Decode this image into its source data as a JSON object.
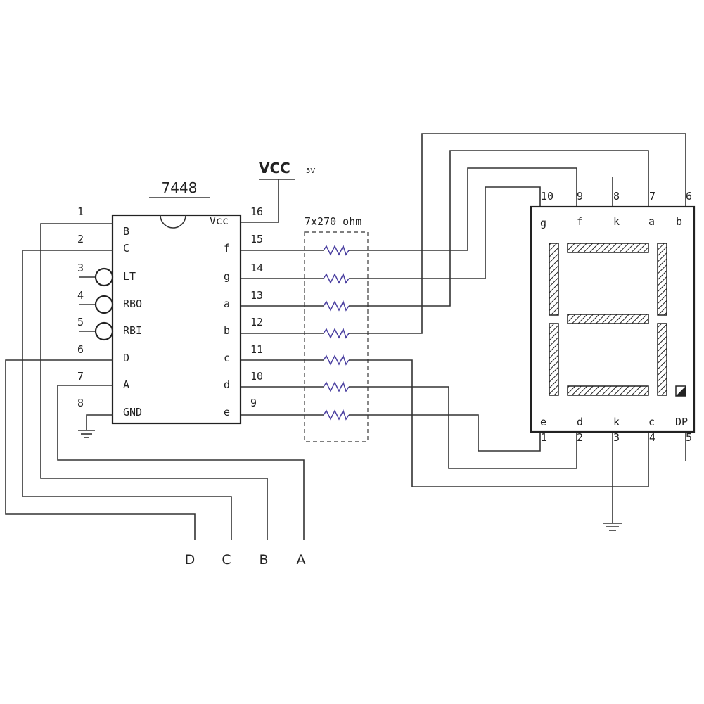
{
  "chip": {
    "name": "7448",
    "left_pins": [
      {
        "num": "1",
        "label": "B"
      },
      {
        "num": "2",
        "label": "C"
      },
      {
        "num": "3",
        "label": "LT"
      },
      {
        "num": "4",
        "label": "RBO"
      },
      {
        "num": "5",
        "label": "RBI"
      },
      {
        "num": "6",
        "label": "D"
      },
      {
        "num": "7",
        "label": "A"
      },
      {
        "num": "8",
        "label": "GND"
      }
    ],
    "right_pins": [
      {
        "num": "16",
        "label": "Vcc"
      },
      {
        "num": "15",
        "label": "f"
      },
      {
        "num": "14",
        "label": "g"
      },
      {
        "num": "13",
        "label": "a"
      },
      {
        "num": "12",
        "label": "b"
      },
      {
        "num": "11",
        "label": "c"
      },
      {
        "num": "10",
        "label": "d"
      },
      {
        "num": "9",
        "label": "e"
      }
    ]
  },
  "supply": {
    "label": "VCC",
    "voltage": "5V"
  },
  "resistor_pack": {
    "label": "7x270 ohm"
  },
  "display": {
    "top_pins": [
      {
        "num": "10",
        "label": "g"
      },
      {
        "num": "9",
        "label": "f"
      },
      {
        "num": "8",
        "label": "k"
      },
      {
        "num": "7",
        "label": "a"
      },
      {
        "num": "6",
        "label": "b"
      }
    ],
    "bottom_pins": [
      {
        "num": "1",
        "label": "e"
      },
      {
        "num": "2",
        "label": "d"
      },
      {
        "num": "3",
        "label": "k"
      },
      {
        "num": "4",
        "label": "c"
      },
      {
        "num": "5",
        "label": "DP"
      }
    ]
  },
  "inputs": [
    "D",
    "C",
    "B",
    "A"
  ]
}
